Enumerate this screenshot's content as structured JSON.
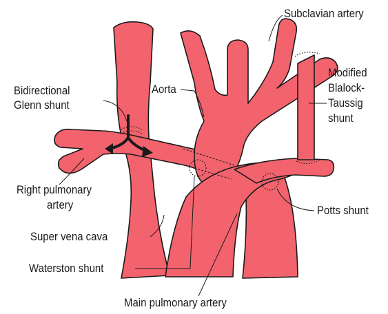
{
  "colors": {
    "vessel_fill": "#f2636d",
    "outline": "#1a1a1a",
    "background": "#ffffff"
  },
  "labels": {
    "subclavian_artery": "Subclavian artery",
    "bidirectional_glenn_line1": "Bidirectional",
    "bidirectional_glenn_line2": "Glenn shunt",
    "aorta": "Aorta",
    "modified_bt_line1": "Modified",
    "modified_bt_line2": "Blalock-",
    "modified_bt_line3": "Taussig",
    "modified_bt_line4": "shunt",
    "right_pulmonary_line1": "Right pulmonary",
    "right_pulmonary_line2": "artery",
    "potts_shunt": "Potts shunt",
    "super_vena_cava": "Super vena cava",
    "waterston_shunt": "Waterston shunt",
    "main_pulmonary_artery": "Main pulmonary artery"
  }
}
